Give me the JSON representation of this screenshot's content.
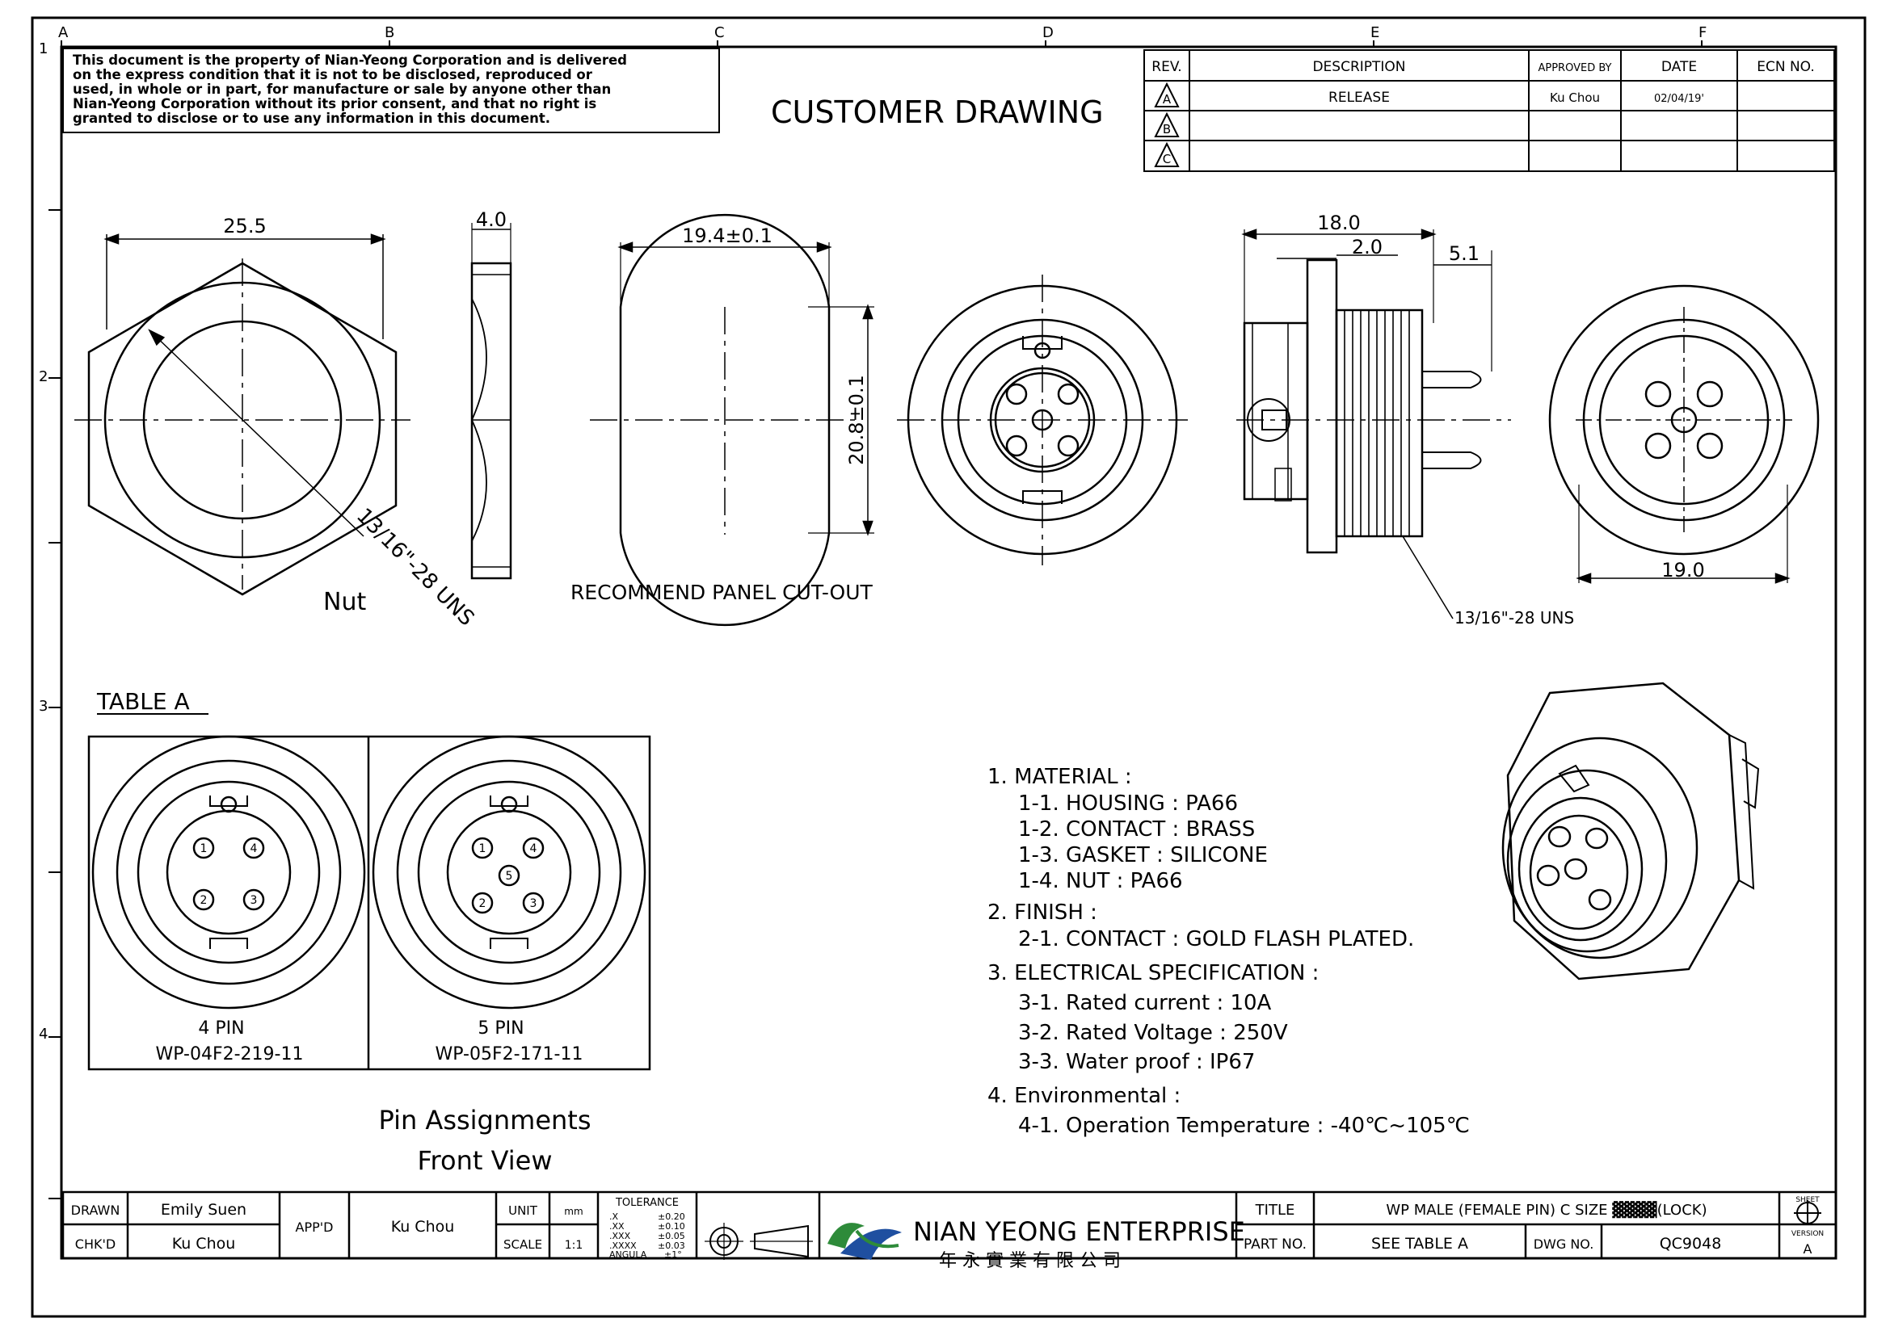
{
  "zone_cols": [
    "A",
    "B",
    "C",
    "D",
    "E",
    "F"
  ],
  "zone_rows": [
    "1",
    "2",
    "3",
    "4"
  ],
  "notice": [
    "This document is the property of Nian-Yeong Corporation and is delivered",
    "on  the  express condition that it is not to be disclosed, reproduced or",
    "used, in whole or in part, for manufacture or sale by anyone other than",
    "Nian-Yeong Corporation without  its prior consent, and that  no right  is",
    "granted  to  disclose  or  to  use  any  information  in  this   document."
  ],
  "drawing_title": "CUSTOMER  DRAWING",
  "revision": {
    "headers": [
      "REV.",
      "DESCRIPTION",
      "APPROVED BY",
      "DATE",
      "ECN NO."
    ],
    "rows": [
      {
        "rev": "A",
        "description": "RELEASE",
        "approved": "Ku Chou",
        "date": "02/04/19'",
        "ecn": ""
      },
      {
        "rev": "B",
        "description": "",
        "approved": "",
        "date": "",
        "ecn": ""
      },
      {
        "rev": "C",
        "description": "",
        "approved": "",
        "date": "",
        "ecn": ""
      }
    ]
  },
  "nut": {
    "width": "25.5",
    "thickness": "4.0",
    "thread": "13/16\"-28 UNS",
    "label": "Nut"
  },
  "cutout": {
    "width": "19.4±0.1",
    "height": "20.8±0.1",
    "label": "RECOMMEND  PANEL  CUT-OUT"
  },
  "side": {
    "length": "18.0",
    "flange": "2.0",
    "tail": "5.1",
    "thread": "13/16\"-28 UNS"
  },
  "rear": {
    "diameter": "19.0"
  },
  "table_a": {
    "title": "TABLE  A",
    "left": {
      "pins": [
        "1",
        "4",
        "2",
        "3"
      ],
      "count": "4  PIN",
      "part": "WP-04F2-219-11"
    },
    "right": {
      "pins": [
        "1",
        "4",
        "5",
        "2",
        "3"
      ],
      "count": "5  PIN",
      "part": "WP-05F2-171-11"
    }
  },
  "pin_caption": [
    "Pin  Assignments",
    "Front  View"
  ],
  "notes": [
    "1.  MATERIAL  :",
    "1-1.  HOUSING  :  PA66",
    "1-2.  CONTACT  :  BRASS",
    "1-3.  GASKET  :  SILICONE",
    "1-4.  NUT  :  PA66",
    "2.  FINISH  :",
    "2-1.  CONTACT  :  GOLD  FLASH  PLATED.",
    "3.  ELECTRICAL  SPECIFICATION  :",
    "3-1.  Rated  current  :  10A",
    "3-2.  Rated  Voltage  :  250V",
    "3-3.  Water  proof  :  IP67",
    "4.  Environmental  :",
    "4-1.  Operation  Temperature  :  -40℃~105℃"
  ],
  "title_block": {
    "drawn_label": "DRAWN",
    "drawn": "Emily Suen",
    "checked_label": "CHK'D",
    "checked": "Ku Chou",
    "approved_label": "APP'D",
    "approved": "Ku Chou",
    "unit_label": "UNIT",
    "unit": "mm",
    "scale_label": "SCALE",
    "scale": "1:1",
    "tolerance_title": "TOLERANCE",
    "tolerance": [
      {
        "k": ".X",
        "v": "±0.20"
      },
      {
        "k": ".XX",
        "v": "±0.10"
      },
      {
        "k": ".XXX",
        "v": "±0.05"
      },
      {
        "k": ".XXXX",
        "v": "±0.03"
      },
      {
        "k": "ANGULA",
        "v": "±1°"
      }
    ],
    "company": "NIAN YEONG ENTERPRISE",
    "company_cn": "年 永 實 業 有 限 公 司",
    "title_label": "TITLE",
    "title": "WP  MALE  (FEMALE  PIN)  C  SIZE  ▓▓▓▓(LOCK)",
    "part_label": "PART NO.",
    "part": "SEE  TABLE  A",
    "dwg_label": "DWG NO.",
    "dwg": "QC9048",
    "sheet_label": "SHEET",
    "version_label": "VERSION",
    "version": "A"
  },
  "colors": {
    "ink": "#000000",
    "logo_green": "#2e8b3a",
    "logo_blue": "#1f4fa0"
  }
}
